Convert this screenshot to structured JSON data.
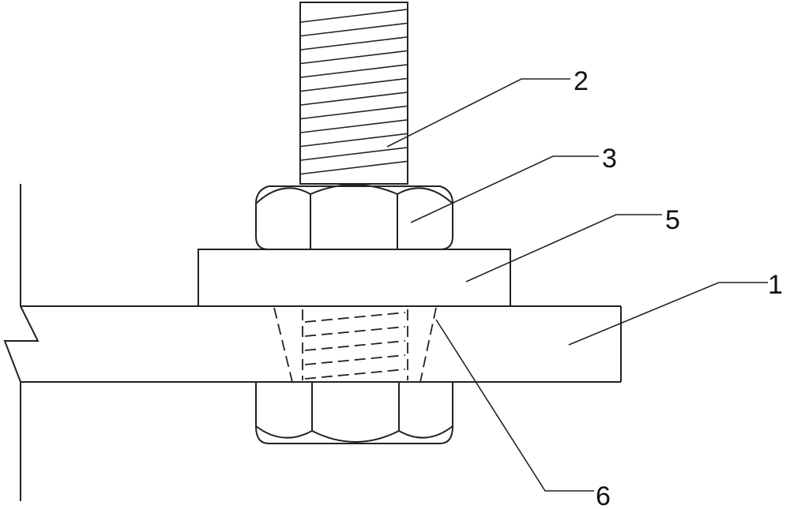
{
  "labels": [
    {
      "id": "2",
      "text": "2"
    },
    {
      "id": "3",
      "text": "3"
    },
    {
      "id": "5",
      "text": "5"
    },
    {
      "id": "1",
      "text": "1"
    },
    {
      "id": "6",
      "text": "6"
    }
  ],
  "colors": {
    "line": "#222222",
    "background": "#ffffff"
  }
}
